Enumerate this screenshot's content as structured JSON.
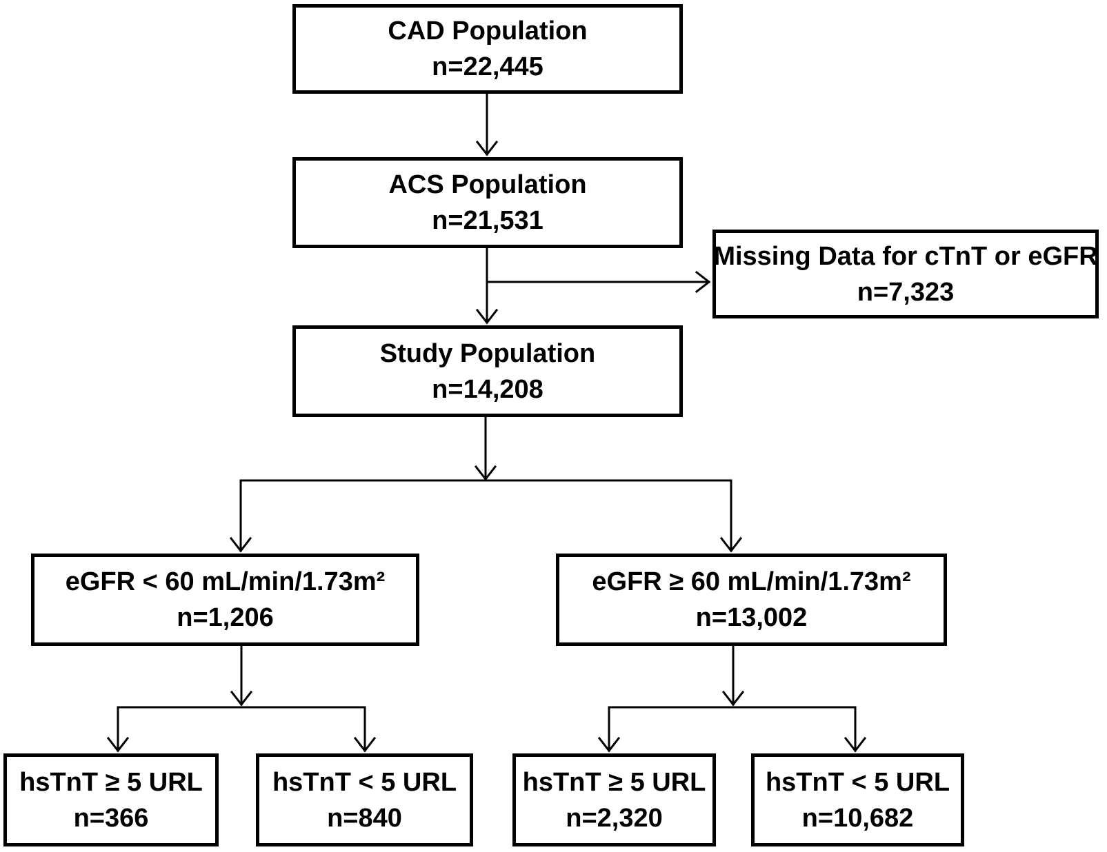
{
  "figure": {
    "type": "flowchart",
    "background_color": "#ffffff",
    "line_color": "#000000",
    "text_color": "#000000",
    "nodes": [
      {
        "id": "cad",
        "label": "CAD Population",
        "count": "n=22,445"
      },
      {
        "id": "acs",
        "label": "ACS Population",
        "count": "n=21,531"
      },
      {
        "id": "missing",
        "label": "Missing Data for cTnT or eGFR",
        "count": "n=7,323"
      },
      {
        "id": "study",
        "label": "Study Population",
        "count": "n=14,208"
      },
      {
        "id": "egfr_low",
        "label": "eGFR < 60 mL/min/1.73m²",
        "count": "n=1,206"
      },
      {
        "id": "egfr_high",
        "label": "eGFR ≥ 60 mL/min/1.73m²",
        "count": "n=13,002"
      },
      {
        "id": "egfr_low_tnt_high",
        "label": "hsTnT ≥ 5 URL",
        "count": "n=366"
      },
      {
        "id": "egfr_low_tnt_low",
        "label": "hsTnT < 5 URL",
        "count": "n=840"
      },
      {
        "id": "egfr_high_tnt_high",
        "label": "hsTnT ≥ 5 URL",
        "count": "n=2,320"
      },
      {
        "id": "egfr_high_tnt_low",
        "label": "hsTnT < 5 URL",
        "count": "n=10,682"
      }
    ],
    "edges": [
      {
        "from": "cad",
        "to": "acs"
      },
      {
        "from": "acs",
        "to": "study"
      },
      {
        "from": "acs",
        "to": "missing"
      },
      {
        "from": "study",
        "to": "egfr_low"
      },
      {
        "from": "study",
        "to": "egfr_high"
      },
      {
        "from": "egfr_low",
        "to": "egfr_low_tnt_high"
      },
      {
        "from": "egfr_low",
        "to": "egfr_low_tnt_low"
      },
      {
        "from": "egfr_high",
        "to": "egfr_high_tnt_high"
      },
      {
        "from": "egfr_high",
        "to": "egfr_high_tnt_low"
      }
    ]
  }
}
